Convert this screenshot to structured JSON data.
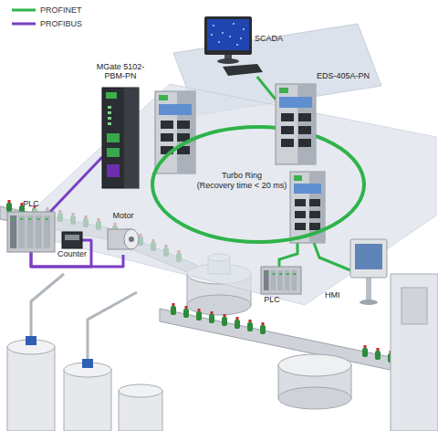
{
  "diagram": {
    "nodes": [
      {
        "text": [
          "SCADA"
        ]
      },
      {
        "text": [
          "EDS-405A-PN"
        ]
      },
      {
        "text": [
          "MGate 5102-PBM-PN"
        ]
      },
      {
        "text": [
          "PLC"
        ]
      },
      {
        "text": [
          "Counter"
        ]
      },
      {
        "text": [
          "Motor"
        ]
      },
      {
        "text": [
          "Turbo Ring",
          "(Recovery time < 20 ms)"
        ]
      },
      {
        "text": [
          "PLC"
        ]
      },
      {
        "text": [
          "HMI"
        ]
      }
    ],
    "edges": [
      {
        "from": 0,
        "to": 1,
        "arrow": "none"
      },
      {
        "from": 2,
        "to": 3,
        "arrow": "none"
      },
      {
        "from": 3,
        "to": 4,
        "arrow": "none"
      },
      {
        "from": 3,
        "to": 5,
        "arrow": "none"
      }
    ],
    "legend": [
      {
        "text": "PROFINET"
      },
      {
        "text": "PROFIBUS"
      }
    ]
  }
}
